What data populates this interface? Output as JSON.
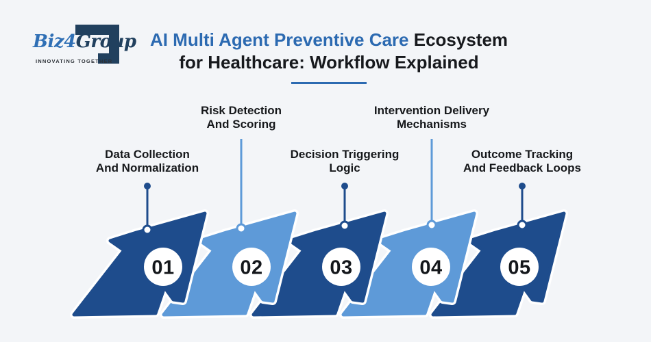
{
  "brand": {
    "name_prefix": "Biz",
    "name_digit": "4",
    "name_suffix": "Group",
    "tagline": "INNOVATING TOGETHER"
  },
  "title": {
    "highlight": "AI Multi Agent Preventive Care",
    "suffix": " Ecosystem",
    "line2": "for Healthcare: Workflow Explained"
  },
  "steps": [
    {
      "number": "01",
      "label": "Data Collection\nAnd Normalization",
      "tone": "dark"
    },
    {
      "number": "02",
      "label": "Risk Detection\nAnd Scoring",
      "tone": "light"
    },
    {
      "number": "03",
      "label": "Decision Triggering\nLogic",
      "tone": "dark"
    },
    {
      "number": "04",
      "label": "Intervention Delivery\nMechanisms",
      "tone": "light"
    },
    {
      "number": "05",
      "label": "Outcome Tracking\nAnd Feedback Loops",
      "tone": "dark"
    }
  ],
  "colors": {
    "background": "#F3F5F8",
    "arrow_dark": "#1E4C8C",
    "arrow_light": "#5E9AD8",
    "title_highlight": "#2C6AB1",
    "title_text": "#17191D",
    "logo_blue": "#2F6FB5",
    "logo_navy": "#21405E",
    "number_text": "#14171B"
  }
}
